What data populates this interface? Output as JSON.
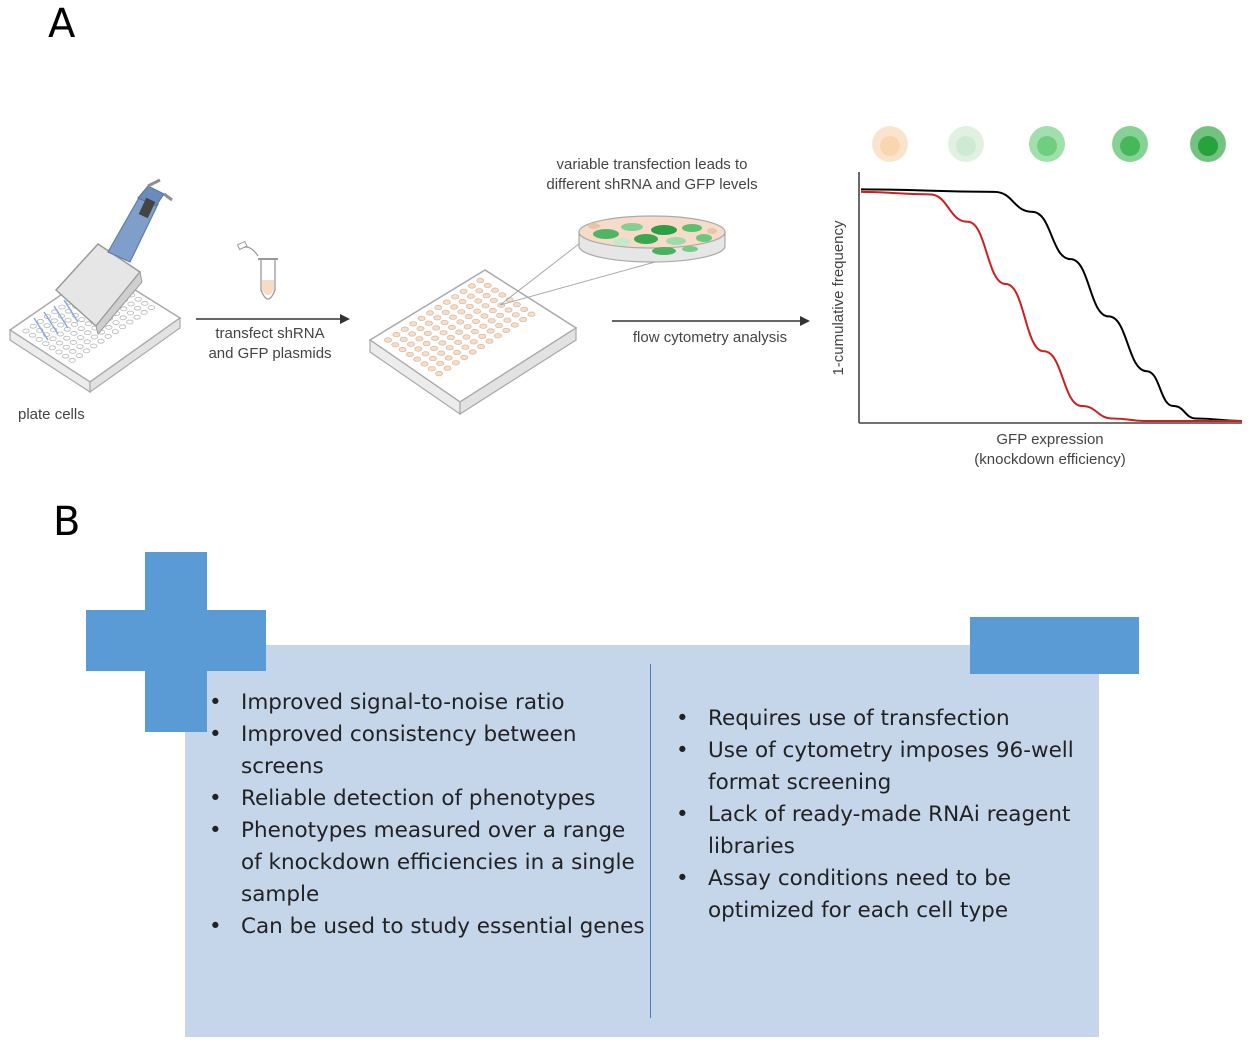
{
  "panel_a": {
    "letter": "A",
    "captions": {
      "plate_cells": "plate cells",
      "transfect_line1": "transfect shRNA",
      "transfect_line2": "and GFP plasmids",
      "variable_line1": "variable transfection leads to",
      "variable_line2": "different shRNA and GFP levels",
      "flow": "flow cytometry analysis"
    },
    "cell_colors": [
      "#f8d7b0",
      "#cfead3",
      "#6fcf7f",
      "#45b85a",
      "#26a33a"
    ]
  },
  "chart_data": {
    "type": "line",
    "xlabel": "GFP expression",
    "xlabel_sub": "(knockdown  efficiency)",
    "ylabel": "1-cumulative frequency",
    "series": [
      {
        "color": "#000000",
        "x": [
          0,
          0.35,
          0.45,
          0.55,
          0.65,
          0.75,
          0.82,
          0.88,
          1.0
        ],
        "y": [
          0.93,
          0.92,
          0.84,
          0.65,
          0.42,
          0.2,
          0.06,
          0.01,
          0.0
        ]
      },
      {
        "color": "#cc1f1f",
        "x": [
          0,
          0.18,
          0.28,
          0.38,
          0.48,
          0.58,
          0.66,
          0.75,
          1.0
        ],
        "y": [
          0.92,
          0.91,
          0.8,
          0.55,
          0.28,
          0.06,
          0.01,
          0.0,
          0.0
        ]
      }
    ],
    "xlim": [
      0,
      1
    ],
    "ylim": [
      0,
      1
    ]
  },
  "panel_b": {
    "letter": "B",
    "pros": [
      "Improved signal-to-noise ratio",
      "Improved consistency between screens",
      "Reliable detection of phenotypes",
      "Phenotypes measured over a range of knockdown efficiencies in a single sample",
      "Can be used to study essential genes"
    ],
    "cons": [
      "Requires use of transfection",
      "Use of cytometry imposes 96-well format screening",
      "Lack of ready-made RNAi reagent libraries",
      "Assay conditions need to be optimized for each cell type"
    ],
    "accent": "#5b9bd5",
    "box_color": "#c5d5ea"
  }
}
